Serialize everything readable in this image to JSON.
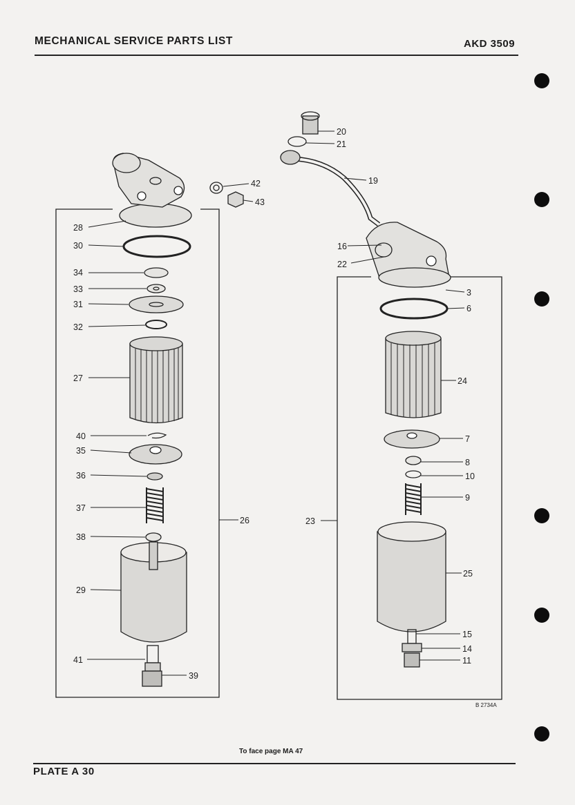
{
  "header": {
    "title": "MECHANICAL SERVICE PARTS LIST",
    "code": "AKD 3509"
  },
  "footer": {
    "plate": "PLATE A 30",
    "face_page": "To face page MA 47",
    "reference": "B 2734A"
  },
  "left_callouts": [
    "28",
    "30",
    "34",
    "33",
    "31",
    "32",
    "27",
    "40",
    "35",
    "36",
    "37",
    "38",
    "29",
    "41",
    "39",
    "42",
    "43",
    "26"
  ],
  "right_callouts": [
    "20",
    "21",
    "19",
    "16",
    "22",
    "3",
    "6",
    "24",
    "7",
    "8",
    "10",
    "9",
    "23",
    "25",
    "15",
    "14",
    "11"
  ]
}
